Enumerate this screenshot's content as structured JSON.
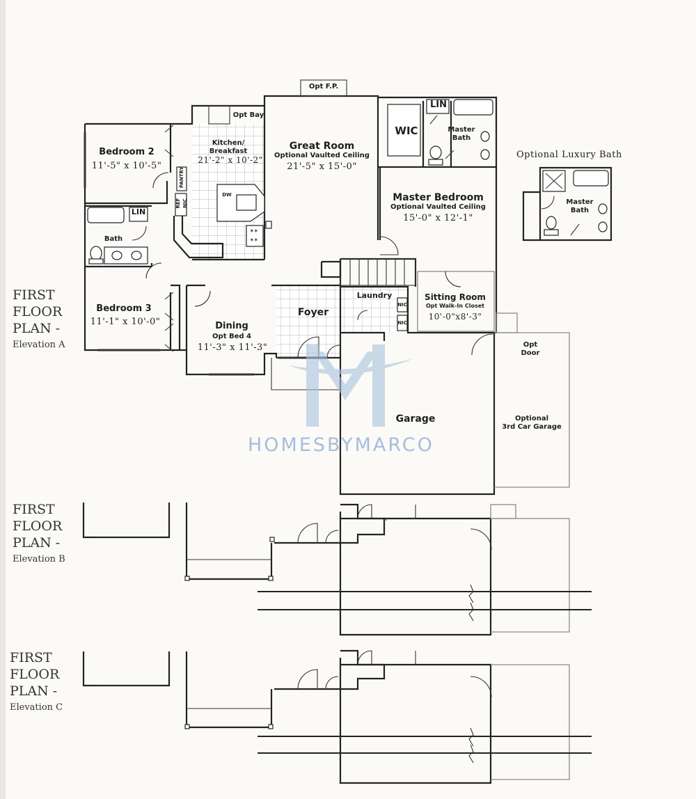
{
  "rooms": {
    "bedroom2": {
      "name": "Bedroom 2",
      "dims": "11'-5\" x 10'-5\""
    },
    "kitchen": {
      "name": "Kitchen/",
      "name2": "Breakfast",
      "dims": "21'-2\" x 10'-2\""
    },
    "great_room": {
      "name": "Great Room",
      "note": "Optional Vaulted Ceiling",
      "dims": "21'-5\" x 15'-0\""
    },
    "master_bedroom": {
      "name": "Master Bedroom",
      "note": "Optional Vaulted Ceiling",
      "dims": "15'-0\" x 12'-1\""
    },
    "bedroom3": {
      "name": "Bedroom 3",
      "dims": "11'-1\" x 10'-0\""
    },
    "dining": {
      "name": "Dining",
      "note": "Opt Bed 4",
      "dims": "11'-3\" x 11'-3\""
    },
    "foyer": {
      "name": "Foyer"
    },
    "laundry": {
      "name": "Laundry"
    },
    "sitting_room": {
      "name": "Sitting Room",
      "note": "Opt Walk-In Closet",
      "dims": "10'-0\"x8'-3\""
    },
    "garage": {
      "name": "Garage"
    },
    "third_car": {
      "name": "Optional",
      "name2": "3rd Car Garage"
    },
    "opt_door": {
      "name": "Opt",
      "name2": "Door"
    },
    "wic": {
      "name": "WIC"
    },
    "lin_master": {
      "name": "LIN"
    },
    "master_bath": {
      "name": "Master",
      "name2": "Bath"
    },
    "lin_hall": {
      "name": "LIN"
    },
    "bath": {
      "name": "Bath"
    },
    "opt_fp": {
      "name": "Opt F.P."
    },
    "opt_bay": {
      "name": "Opt Bay"
    }
  },
  "fixtures": {
    "pantry": "PANTRY",
    "ref": "REF",
    "nic": "NIC",
    "dw": "DW"
  },
  "luxury_bath": {
    "title": "Optional Luxury Bath",
    "label1": "Master",
    "label2": "Bath"
  },
  "elevations": [
    {
      "line1": "FIRST",
      "line2": "FLOOR",
      "line3": "PLAN -",
      "elev": "Elevation A"
    },
    {
      "line1": "FIRST",
      "line2": "FLOOR",
      "line3": "PLAN -",
      "elev": "Elevation B"
    },
    {
      "line1": "FIRST",
      "line2": "FLOOR",
      "line3": "PLAN -",
      "elev": "Elevation C"
    }
  ],
  "watermark": "HOMESBYMARCO",
  "colors": {
    "watermark": "#9cb8d8",
    "ink": "#222222",
    "paper": "#fbfaf7"
  }
}
